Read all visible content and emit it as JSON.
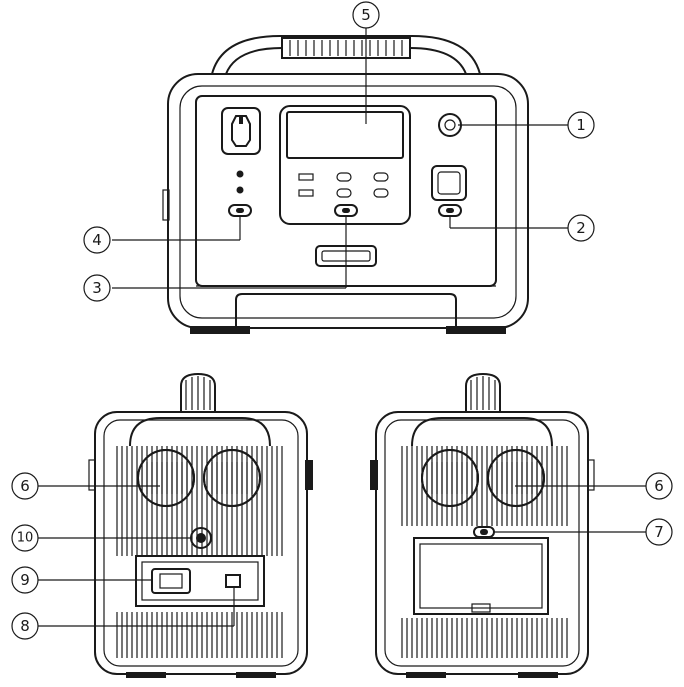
{
  "callouts": {
    "c1": "1",
    "c2": "2",
    "c3": "3",
    "c4": "4",
    "c5": "5",
    "c6a": "6",
    "c6b": "6",
    "c7": "7",
    "c8": "8",
    "c9": "9",
    "c10": "10"
  }
}
